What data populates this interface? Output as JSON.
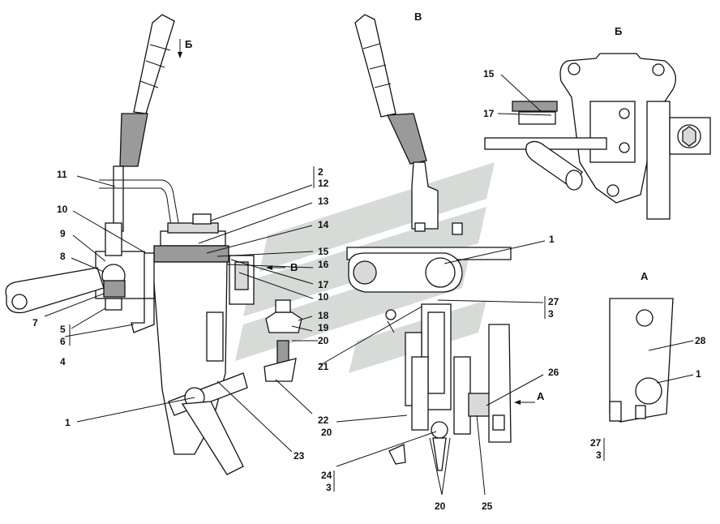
{
  "views": {
    "b_view_label": "В",
    "b_view_title": "Б",
    "a_view_title": "А",
    "arrow_b_label": "Б",
    "arrow_v_label": "В",
    "arrow_a_label": "А"
  },
  "callouts": {
    "c1_left": "1",
    "c2": "2",
    "c12": "12",
    "c13": "13",
    "c14": "14",
    "c15": "15",
    "c16": "16",
    "c17": "17",
    "c10_right": "10",
    "c18": "18",
    "c19": "19",
    "c20_left": "20",
    "c21": "21",
    "c22": "22",
    "c23": "23",
    "c11": "11",
    "c10_left": "10",
    "c9": "9",
    "c8": "8",
    "c7": "7",
    "c5": "5",
    "c6": "6",
    "c4": "4",
    "c1_mid": "1",
    "c27_mid": "27",
    "c3_mid": "3",
    "c26": "26",
    "c20_mid": "20",
    "c24": "24",
    "c3_low": "3",
    "c20_bottom": "20",
    "c25": "25",
    "c15_b": "15",
    "c17_b": "17",
    "c28": "28",
    "c1_a": "1",
    "c27_a": "27",
    "c3_a": "3"
  },
  "colors": {
    "line": "#111111",
    "watermark": "#9aa39a",
    "shade": "#9a9a9a"
  }
}
